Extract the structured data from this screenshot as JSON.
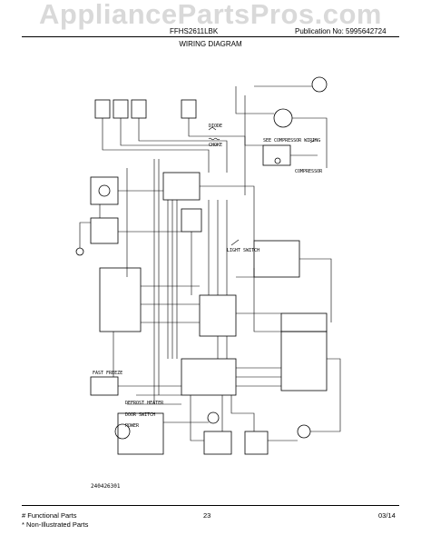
{
  "header": {
    "watermark": "AppliancePartsPros.com",
    "model": "FFHS2611LBK",
    "publication": "Publication No: 5995642724",
    "title": "WIRING DIAGRAM"
  },
  "diagram": {
    "labels": {
      "diode": "DIODE",
      "choke": "CHOKE",
      "light_switch": "LIGHT SWITCH",
      "see_compressor_wiring": "SEE COMPRESSOR WIRING",
      "compressor": "COMPRESSOR",
      "fast_freeze": "FAST FREEZE",
      "defrost_heater": "DEFROST HEATER",
      "door_switch": "DOOR SWITCH",
      "power": "POWER",
      "part_number": "240426301"
    }
  },
  "footer": {
    "functional": "# Functional Parts",
    "non_illustrated": "* Non-Illustrated Parts",
    "page": "23",
    "date": "03/14"
  }
}
